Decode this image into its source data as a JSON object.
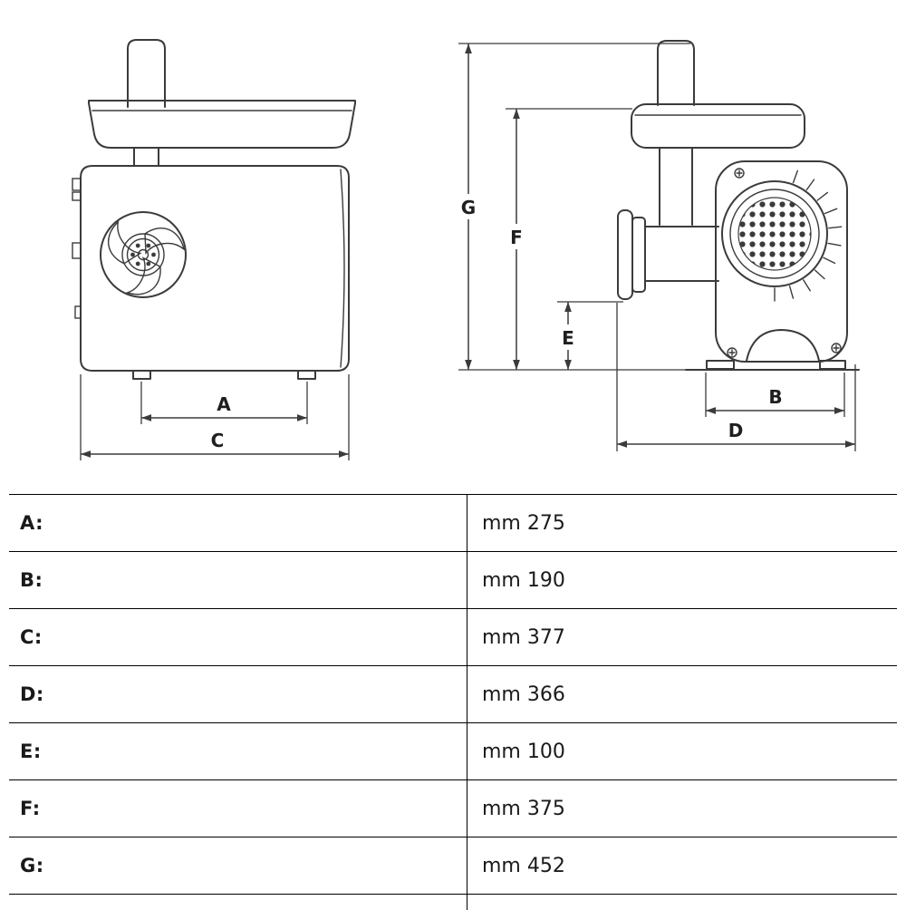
{
  "colors": {
    "line": "#3b3b3b",
    "text": "#1a1a1a",
    "background": "#ffffff"
  },
  "diagram": {
    "description": "meat-grinder technical drawing, front and side views",
    "labels": {
      "A": "A",
      "B": "B",
      "C": "C",
      "D": "D",
      "E": "E",
      "F": "F",
      "G": "G"
    }
  },
  "table": {
    "rows": [
      {
        "label": "A:",
        "value": "mm 275"
      },
      {
        "label": "B:",
        "value": "mm 190"
      },
      {
        "label": "C:",
        "value": "mm 377"
      },
      {
        "label": "D:",
        "value": "mm 366"
      },
      {
        "label": "E:",
        "value": "mm 100"
      },
      {
        "label": "F:",
        "value": "mm 375"
      },
      {
        "label": "G:",
        "value": "mm 452"
      }
    ]
  }
}
